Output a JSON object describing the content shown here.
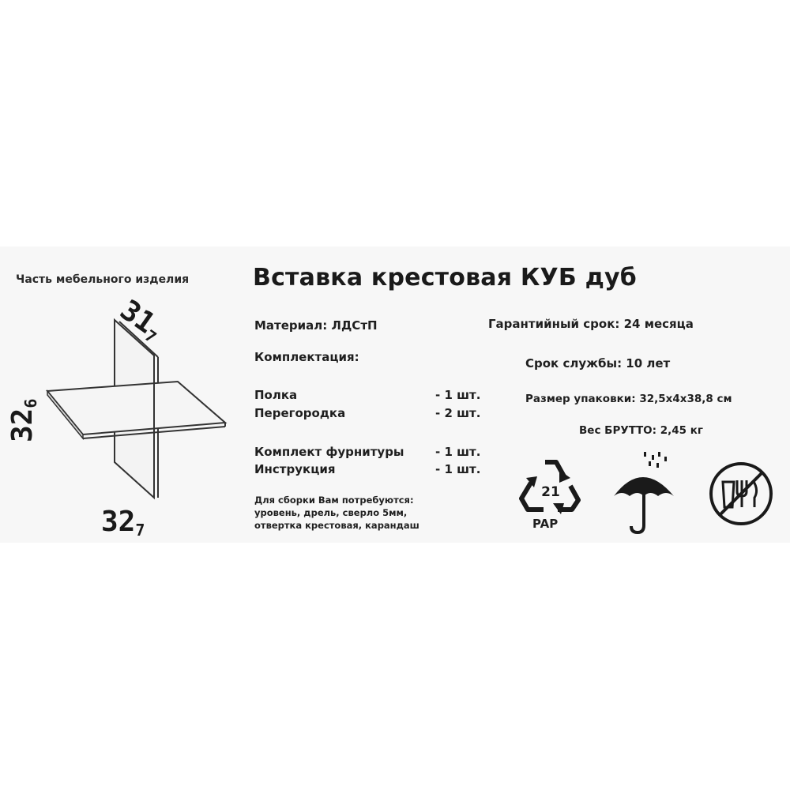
{
  "part_caption": "Часть мебельного изделия",
  "title": "Вставка крестовая КУБ дуб",
  "material": "Материал: ЛДСтП",
  "warranty": "Гарантийный срок: 24 месяца",
  "kit_heading": "Комплектация:",
  "service_life": "Срок службы: 10 лет",
  "package_size": "Размер упаковки: 32,5х4х38,8 см",
  "gross_weight": "Вес БРУТТО: 2,45 кг",
  "kit_items": [
    {
      "name": "Полка",
      "qty": "- 1 шт."
    },
    {
      "name": "Перегородка",
      "qty": "- 2 шт."
    },
    {
      "name": "Комплект фурнитуры",
      "qty": "- 1 шт."
    },
    {
      "name": "Инструкция",
      "qty": "- 1 шт."
    }
  ],
  "tools_note": [
    "Для сборки Вам потребуются:",
    "уровень, дрель, сверло 5мм,",
    "отвертка крестовая, карандаш"
  ],
  "dimensions": {
    "depth": {
      "main": "31",
      "sub": "7"
    },
    "height": {
      "main": "32",
      "sub": "6"
    },
    "width": {
      "main": "32",
      "sub": "7"
    }
  },
  "recycling": {
    "number": "21",
    "code": "PAP"
  },
  "icons": [
    "recycling-pap-icon",
    "keep-dry-umbrella-icon",
    "no-food-contact-icon"
  ]
}
